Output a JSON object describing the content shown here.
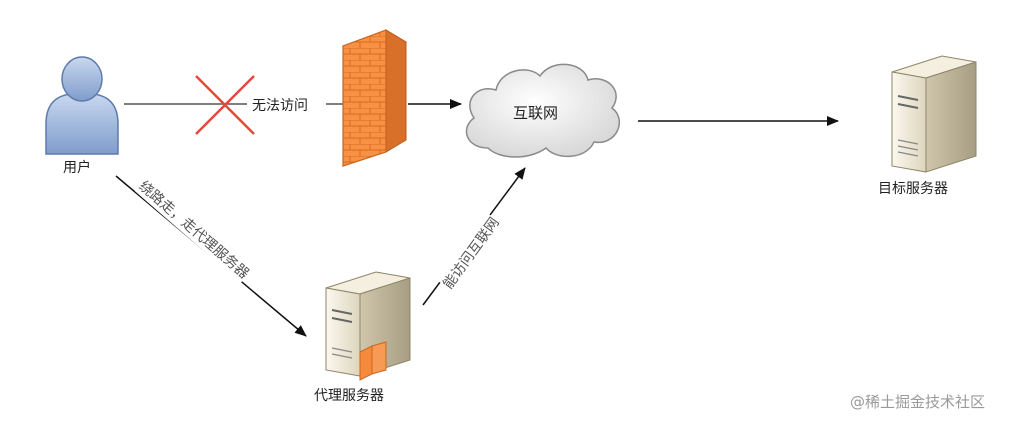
{
  "nodes": {
    "user": "用户",
    "internet": "互联网",
    "proxy": "代理服务器",
    "target": "目标服务器"
  },
  "edges": {
    "blocked": "无法访问",
    "detour": "绕路走，走代理服务器",
    "proxy_access": "能访问互联网"
  },
  "watermark": "@稀土掘金技术社区",
  "colors": {
    "block_x": "#e8473b",
    "firewall": "#f58a3c",
    "user": "#9ab3d9",
    "server": "#ece6d2"
  }
}
